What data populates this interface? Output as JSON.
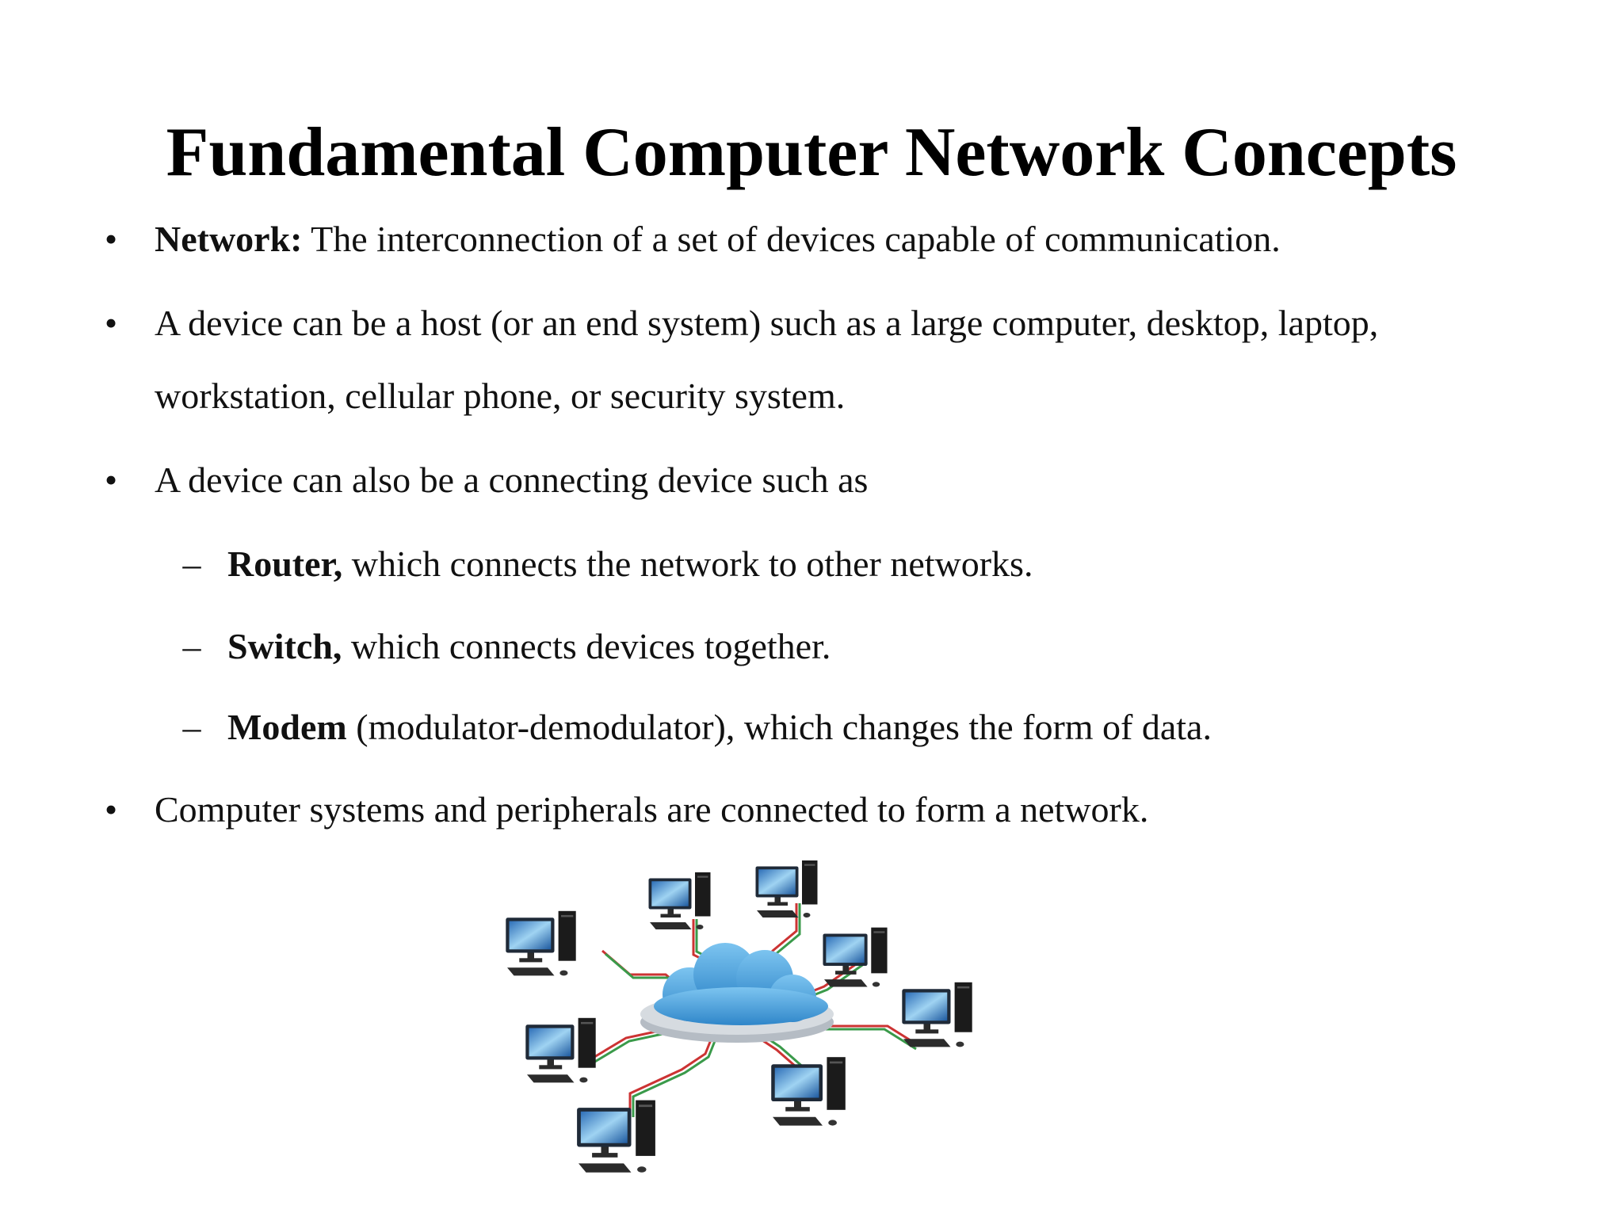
{
  "slide": {
    "title": "Fundamental Computer Network Concepts",
    "bullets": [
      {
        "bold": "Network:",
        "text": " The interconnection of a set of devices capable of communication."
      },
      {
        "line1": "A device can be a host (or an end system) such as a large computer, desktop, laptop,",
        "line2": "workstation, cellular phone, or security system."
      },
      {
        "text": "A device can also be a connecting device such as"
      },
      {
        "text": "Computer systems and peripherals are connected to form a network."
      }
    ],
    "sub_bullets": [
      {
        "bold": "Router,",
        "text": " which connects the network to other networks."
      },
      {
        "bold": "Switch,",
        "text": " which connects devices together."
      },
      {
        "bold": "Modem",
        "text": " (modulator-demodulator), which changes the form of data."
      }
    ],
    "bullet_symbol": "•",
    "sub_bullet_symbol": "–"
  },
  "colors": {
    "cloud": "#3a9ad9",
    "cable_red": "#cc3333",
    "cable_green": "#3a9a4a",
    "monitor": "#1f2a38"
  },
  "illustration": {
    "icon": "network-cloud-icon"
  }
}
